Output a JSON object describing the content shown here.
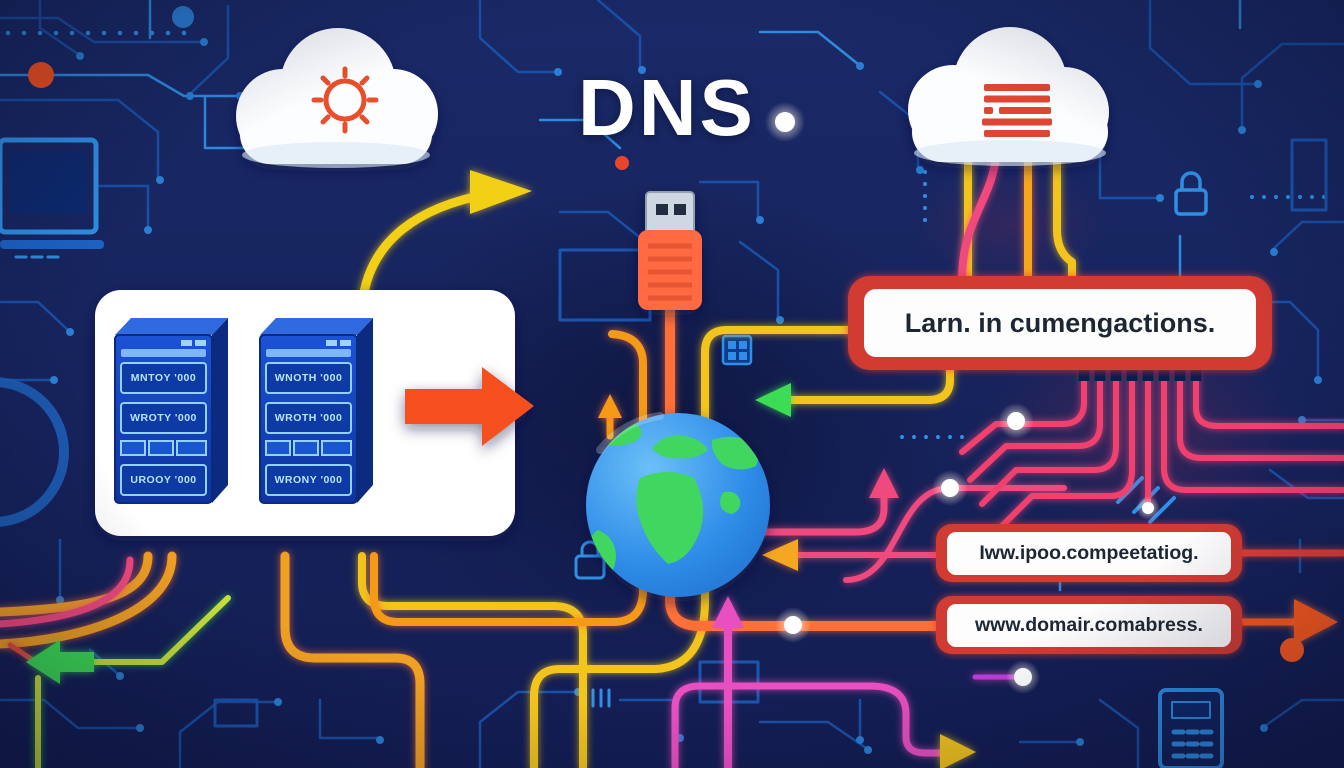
{
  "title": {
    "text": "DNS"
  },
  "illustration": {
    "main_label": "Larn. in cumengactions.",
    "url_labels": [
      "Iww.ipoo.compeetatiog.",
      "www.domair.comabress."
    ],
    "servers": [
      {
        "rows": [
          "MNTOY '000",
          "WROTY '000",
          "UROOY '000"
        ]
      },
      {
        "rows": [
          "WNOTH '000",
          "WROTH '000",
          "WRONY '000"
        ]
      }
    ],
    "icons": [
      "cloud-sun-icon",
      "cloud-text-lines-icon",
      "server-rack-icon",
      "orange-arrow-icon",
      "usb-cable-icon",
      "globe-icon",
      "circuit-traces",
      "padlock-icon",
      "monitor-icon",
      "calculator-icon"
    ]
  },
  "colors": {
    "background": "#16235c",
    "circuit_blue": "#2f8fe6",
    "yellow": "#f2c41d",
    "orange": "#ff7038",
    "pink": "#f0487e",
    "magenta": "#e84fc0",
    "green": "#3ddc55",
    "purple_blue": "#4a55e0",
    "label_red": "#d23a30",
    "white": "#ffffff"
  }
}
